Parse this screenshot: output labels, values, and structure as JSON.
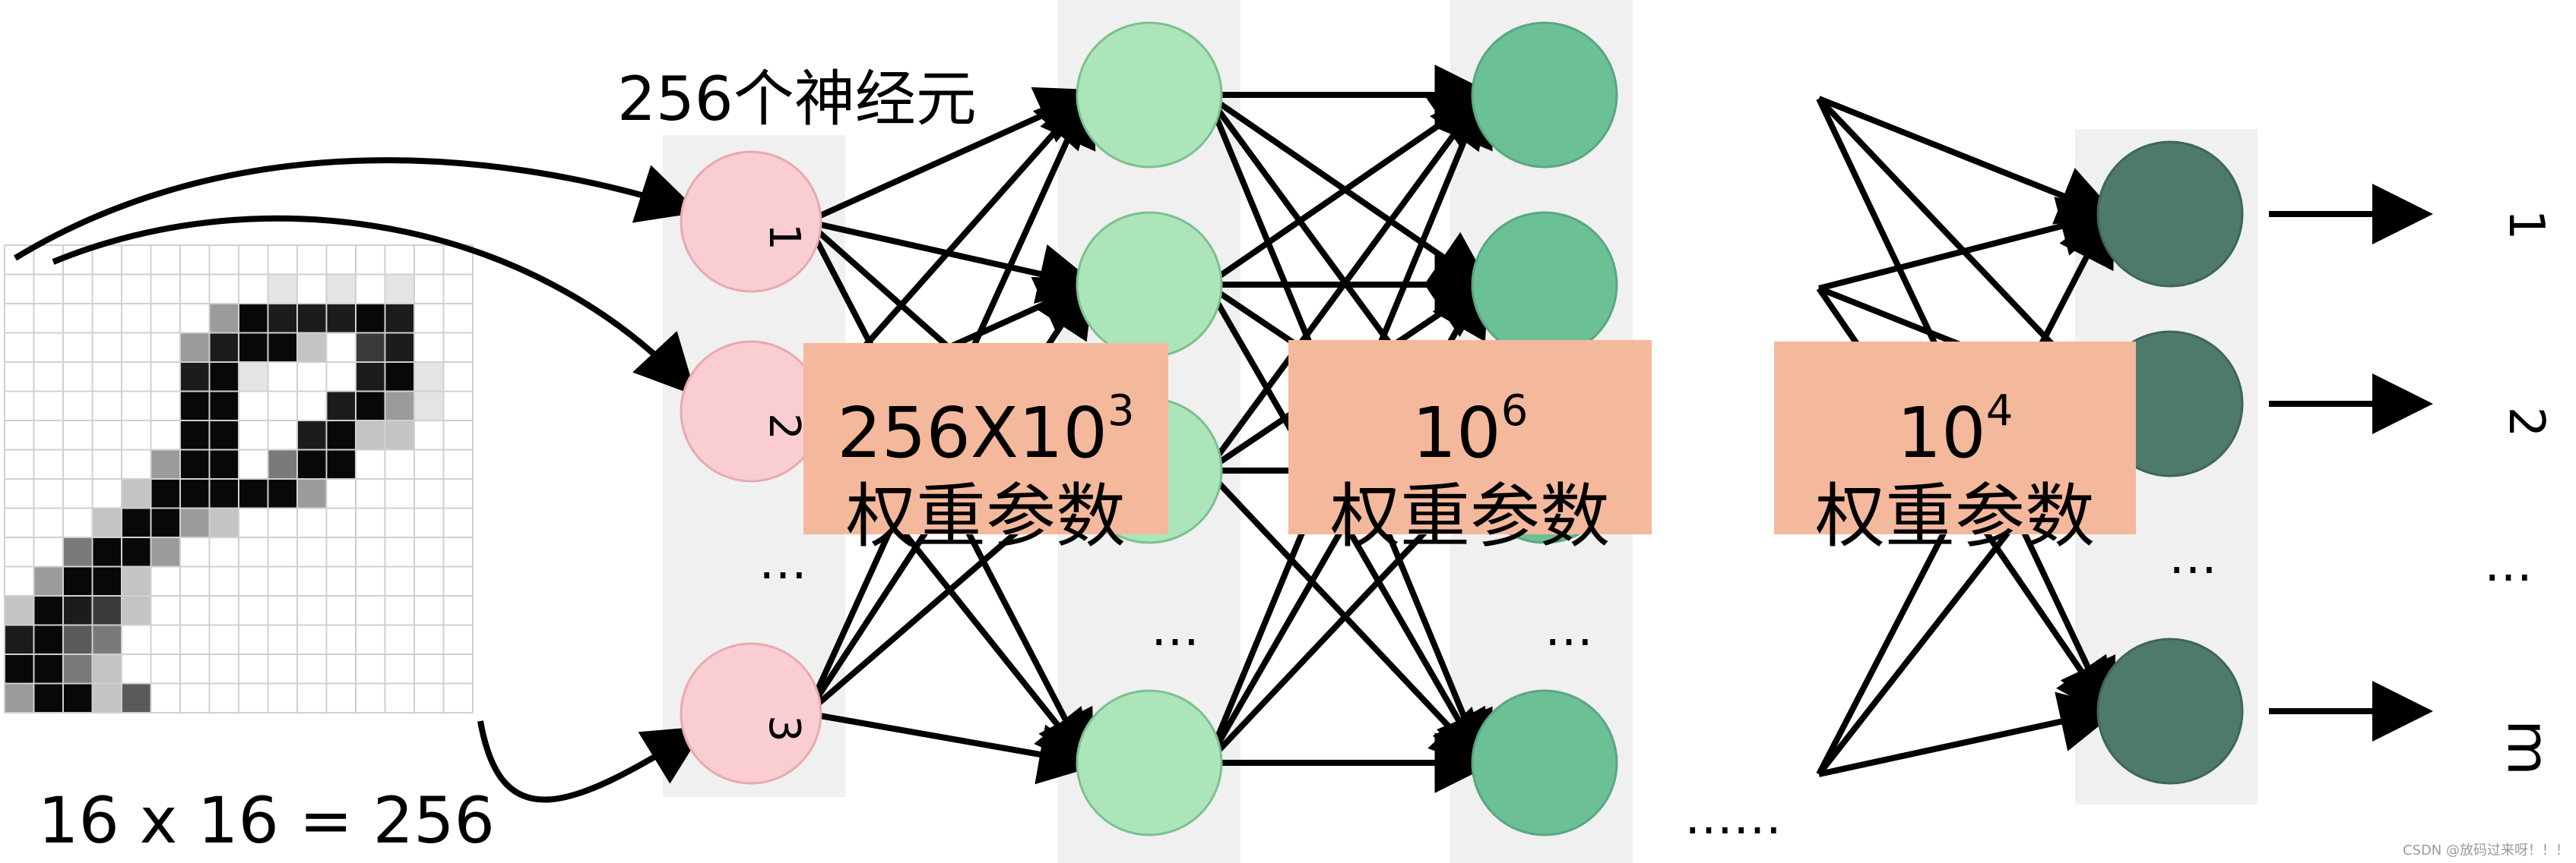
{
  "neurons_label": "256个神经元",
  "input_size_label": "16 x 16 = 256",
  "weight_boxes": [
    {
      "base": "256X10",
      "exp": "3",
      "caption": "权重参数"
    },
    {
      "base": "10",
      "exp": "6",
      "caption": "权重参数"
    },
    {
      "base": "10",
      "exp": "4",
      "caption": "权重参数"
    }
  ],
  "input_neuron_labels": [
    "1",
    "2",
    "3"
  ],
  "output_labels": [
    "1",
    "2",
    "m"
  ],
  "ellipsis": "…",
  "long_ellipsis": "……",
  "watermark": "CSDN @放码过来呀！！！",
  "colors": {
    "column_bg": "#f0f0f0",
    "input_neuron": "#f9cdd1",
    "hidden1_neuron": "#ade5bb",
    "hidden2_neuron": "#6cc095",
    "output_neuron": "#4e7a69",
    "weight_box": "#f4b89c"
  }
}
